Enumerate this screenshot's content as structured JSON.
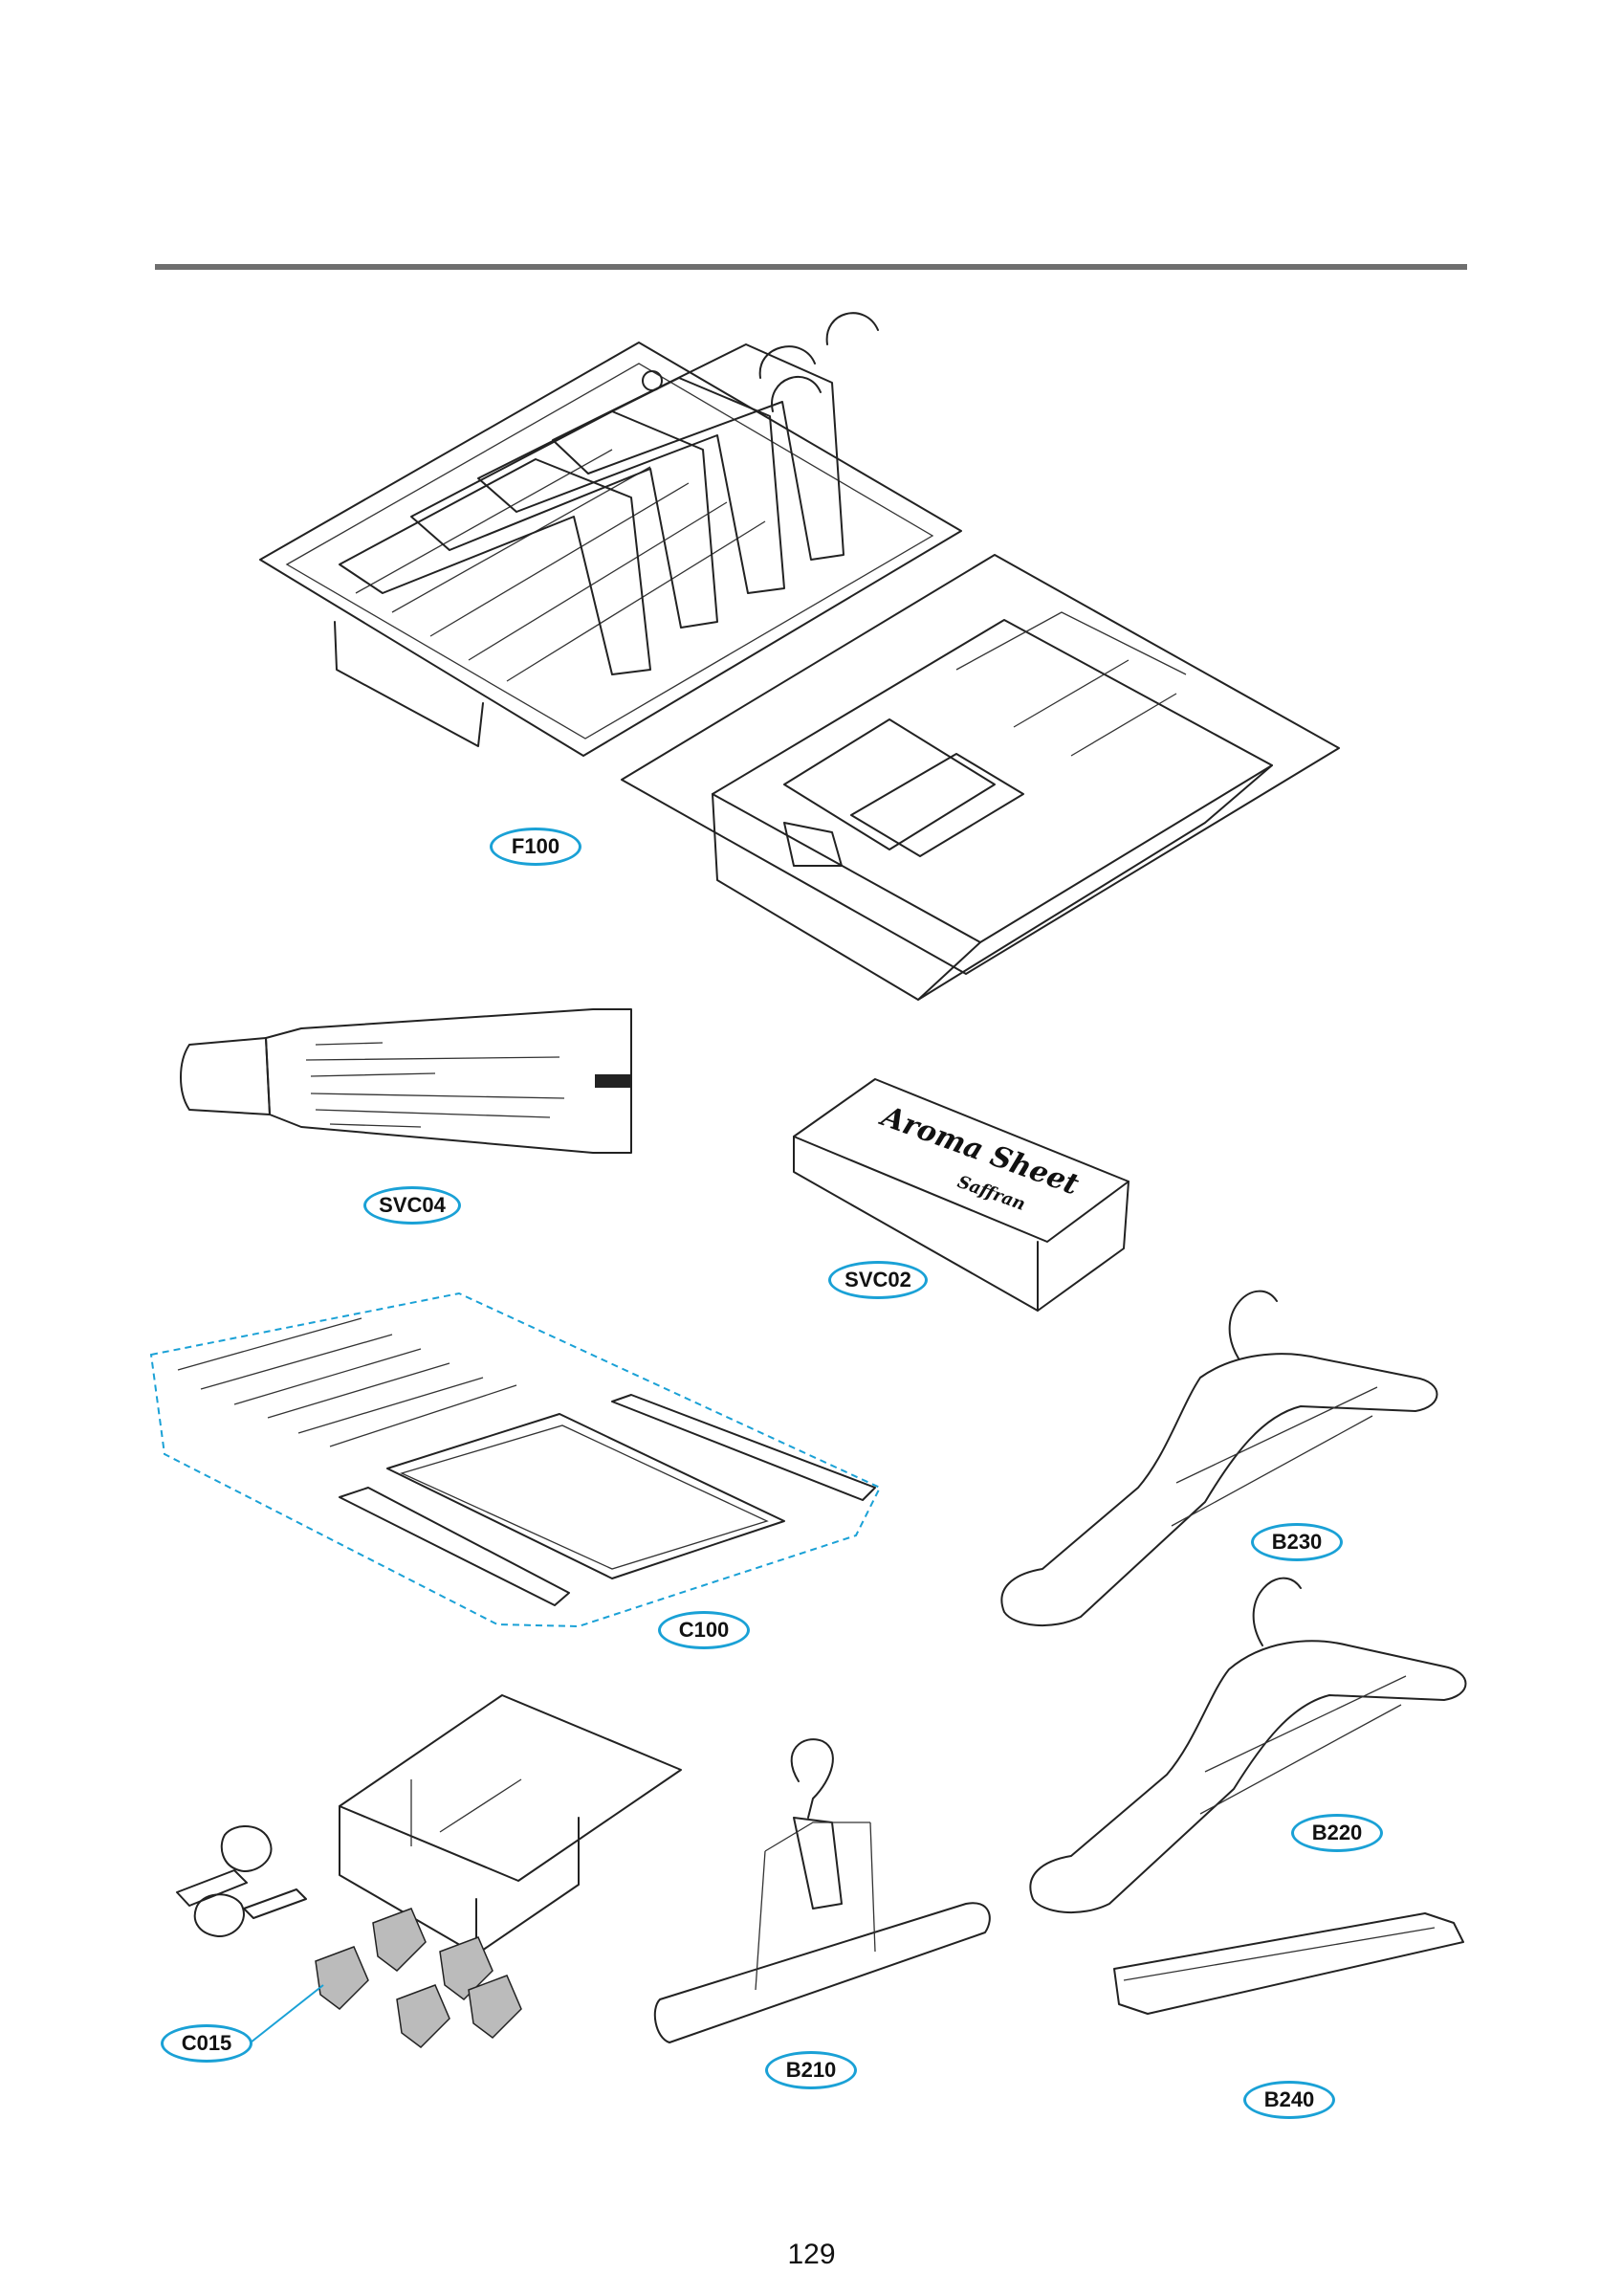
{
  "page": {
    "number": "129"
  },
  "parts": {
    "f100": "F100",
    "svc04": "SVC04",
    "svc02": "SVC02",
    "c100": "C100",
    "b230": "B230",
    "b220": "B220",
    "c015": "C015",
    "b210": "B210",
    "b240": "B240"
  },
  "aroma_box": {
    "line1": "Aroma Sheet",
    "line2": "Saffran"
  },
  "colors": {
    "callout_border": "#1aa1d6",
    "rule": "#6e6e6e",
    "dashed_group": "#1aa1d6"
  }
}
